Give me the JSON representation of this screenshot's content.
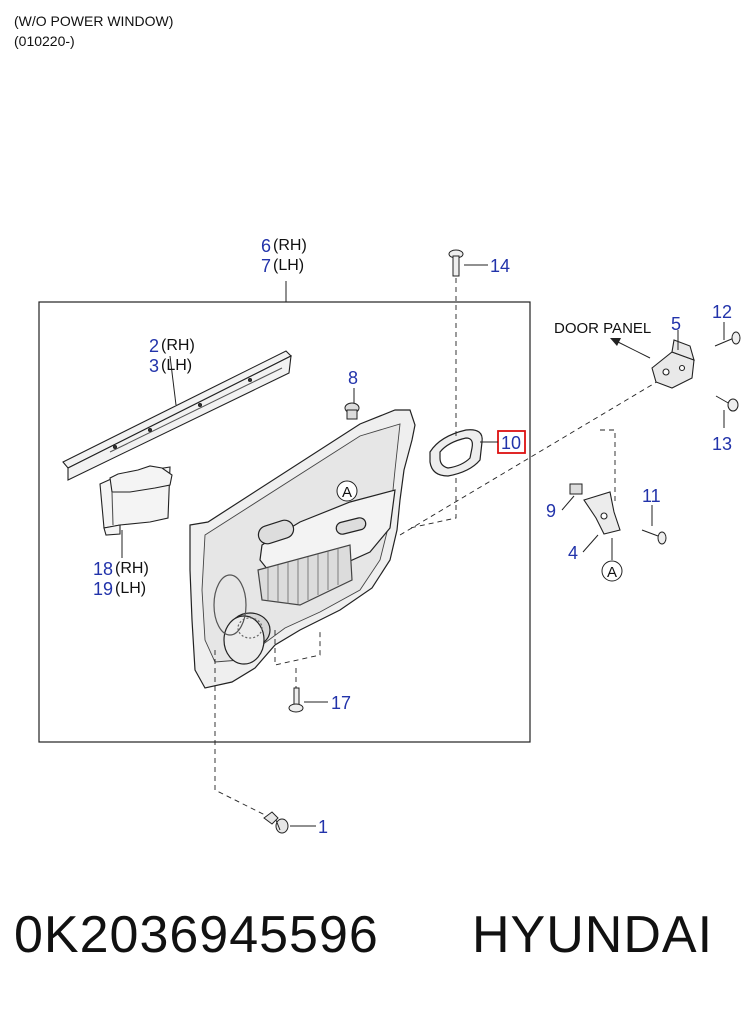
{
  "header": {
    "line1": "(W/O POWER WINDOW)",
    "line2": "(010220-)"
  },
  "callouts": {
    "door_panel": "DOOR PANEL",
    "ref_a": "A"
  },
  "parts": {
    "p1": "1",
    "p2": "2",
    "p2_side": "(RH)",
    "p3": "3",
    "p3_side": "(LH)",
    "p4": "4",
    "p5": "5",
    "p6": "6",
    "p6_side": "(RH)",
    "p7": "7",
    "p7_side": "(LH)",
    "p8": "8",
    "p9": "9",
    "p10": "10",
    "p11": "11",
    "p12": "12",
    "p13": "13",
    "p14": "14",
    "p17": "17",
    "p18": "18",
    "p18_side": "(RH)",
    "p19": "19",
    "p19_side": "(LH)"
  },
  "highlight_color": "#dd1111",
  "footer": {
    "part_number": "0K2036945596",
    "brand": "HYUNDAI"
  }
}
